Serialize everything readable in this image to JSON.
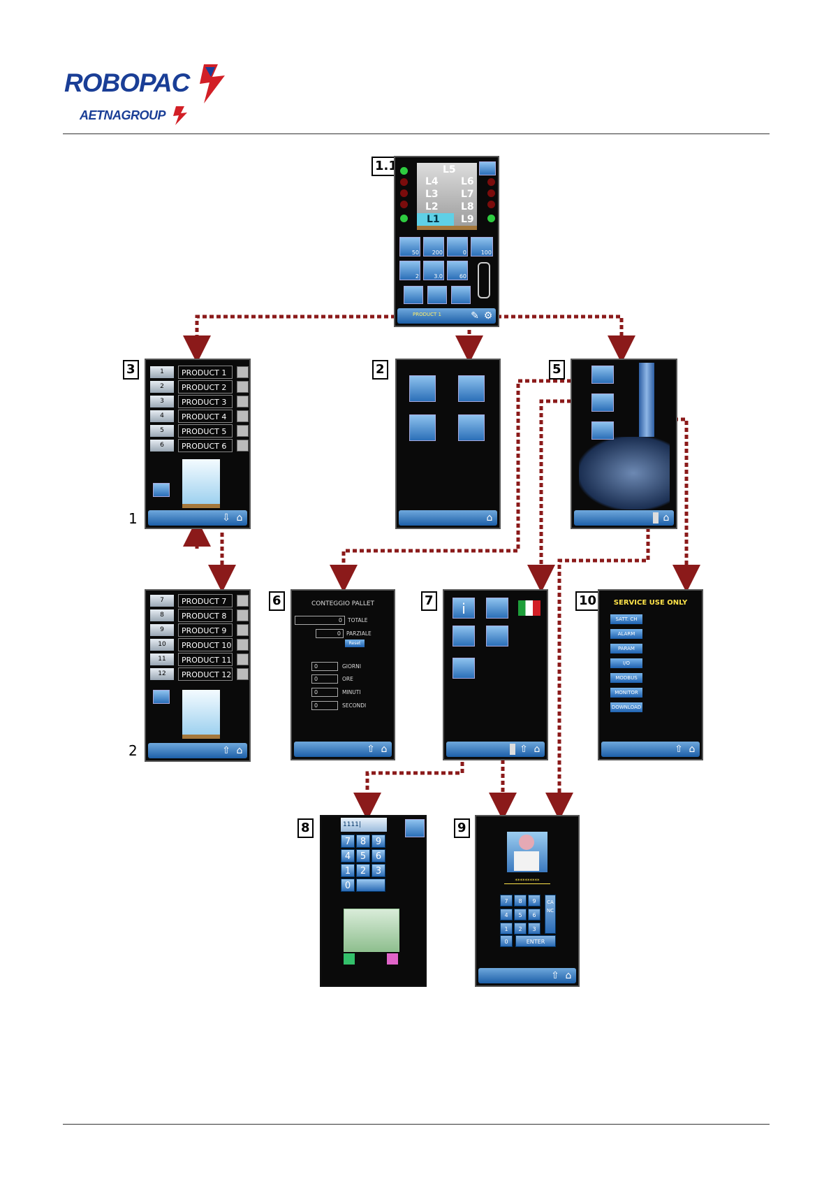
{
  "header": {
    "brand": "ROBOPAC",
    "group": "AETNAGROUP"
  },
  "colors": {
    "brand_blue": "#1a3e96",
    "brand_red": "#d21f26",
    "arrow": "#8b1a1a",
    "screen_bar": "#2b6fb8"
  },
  "screens": {
    "s11": {
      "tag": "1.1",
      "product_bar": "PRODUCT 1",
      "layers": [
        "L5",
        "L4",
        "L6",
        "L3",
        "L7",
        "L2",
        "L8",
        "L1",
        "L9"
      ],
      "values": [
        "50",
        "200",
        "0",
        "100",
        "2",
        "3.0",
        "60"
      ]
    },
    "s3": {
      "tag": "3",
      "page_label": "1",
      "rows": [
        {
          "num": "1",
          "name": "PRODUCT 1"
        },
        {
          "num": "2",
          "name": "PRODUCT 2"
        },
        {
          "num": "3",
          "name": "PRODUCT 3"
        },
        {
          "num": "4",
          "name": "PRODUCT 4"
        },
        {
          "num": "5",
          "name": "PRODUCT 5"
        },
        {
          "num": "6",
          "name": "PRODUCT 6"
        }
      ]
    },
    "s3b": {
      "page_label": "2",
      "rows": [
        {
          "num": "7",
          "name": "PRODUCT 7"
        },
        {
          "num": "8",
          "name": "PRODUCT 8"
        },
        {
          "num": "9",
          "name": "PRODUCT 9"
        },
        {
          "num": "10",
          "name": "PRODUCT 10"
        },
        {
          "num": "11",
          "name": "PRODUCT 11"
        },
        {
          "num": "12",
          "name": "PRODUCT 12"
        }
      ]
    },
    "s2": {
      "tag": "2"
    },
    "s5": {
      "tag": "5"
    },
    "s6": {
      "tag": "6",
      "title": "CONTEGGIO PALLET",
      "totale": {
        "value": "0",
        "label": "TOTALE"
      },
      "parziale": {
        "value": "0",
        "label": "PARZIALE"
      },
      "reset": "Reset",
      "times": [
        {
          "value": "0",
          "label": "GIORNI"
        },
        {
          "value": "0",
          "label": "ORE"
        },
        {
          "value": "0",
          "label": "MINUTI"
        },
        {
          "value": "0",
          "label": "SECONDI"
        }
      ]
    },
    "s7": {
      "tag": "7"
    },
    "s10": {
      "tag": "10",
      "title": "SERVICE USE ONLY",
      "buttons": [
        "SATT. CH",
        "ALARM",
        "PARAM",
        "I/O",
        "MODBUS",
        "MONITOR",
        "DOWNLOAD"
      ]
    },
    "s8": {
      "tag": "8",
      "display": "1111|",
      "keys": [
        "7",
        "8",
        "9",
        "4",
        "5",
        "6",
        "1",
        "2",
        "3",
        "0"
      ]
    },
    "s9": {
      "tag": "9",
      "password": "**********",
      "keys": [
        "7",
        "8",
        "9",
        "4",
        "5",
        "6",
        "1",
        "2",
        "3",
        "0"
      ],
      "canc": "CANC",
      "enter": "ENTER"
    }
  }
}
